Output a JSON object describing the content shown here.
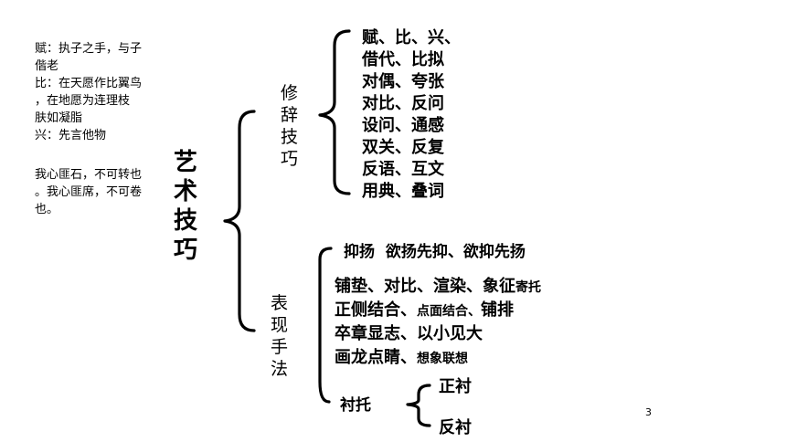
{
  "notes": {
    "lines": [
      "赋：执子之手，与子",
      "偕老",
      "比：在天愿作比翼鸟",
      "，在地愿为连理枝",
      "肤如凝脂",
      "兴：先言他物"
    ],
    "quote_lines": [
      "我心匪石，不可转也",
      "。我心匪席，不可卷",
      "也。"
    ]
  },
  "root": {
    "chars": [
      "艺",
      "术",
      "技",
      "巧"
    ]
  },
  "rhetoric": {
    "chars": [
      "修",
      "辞",
      "技",
      "巧"
    ],
    "items": [
      "赋、比、兴、",
      "借代、比拟",
      "对偶、夸张",
      "对比、反问",
      "设问、通感",
      "双关、反复",
      "反语、互文",
      "用典、叠词"
    ]
  },
  "expression": {
    "chars": [
      "表",
      "现",
      "手",
      "法"
    ],
    "line1": "抑扬  欲扬先抑、欲抑先扬",
    "line2_main": "铺垫、对比、渲染、象征",
    "line2_small": "寄托",
    "line3_main": "正侧结合、",
    "line3_small": "点面结合、",
    "line3_tail": "铺排",
    "line4": "卒章显志、以小见大",
    "line5_main": "画龙点睛、",
    "line5_small": "想象联想",
    "contrast": {
      "label": "衬托",
      "items": [
        "正衬",
        "反衬"
      ]
    }
  },
  "page_number": "3"
}
